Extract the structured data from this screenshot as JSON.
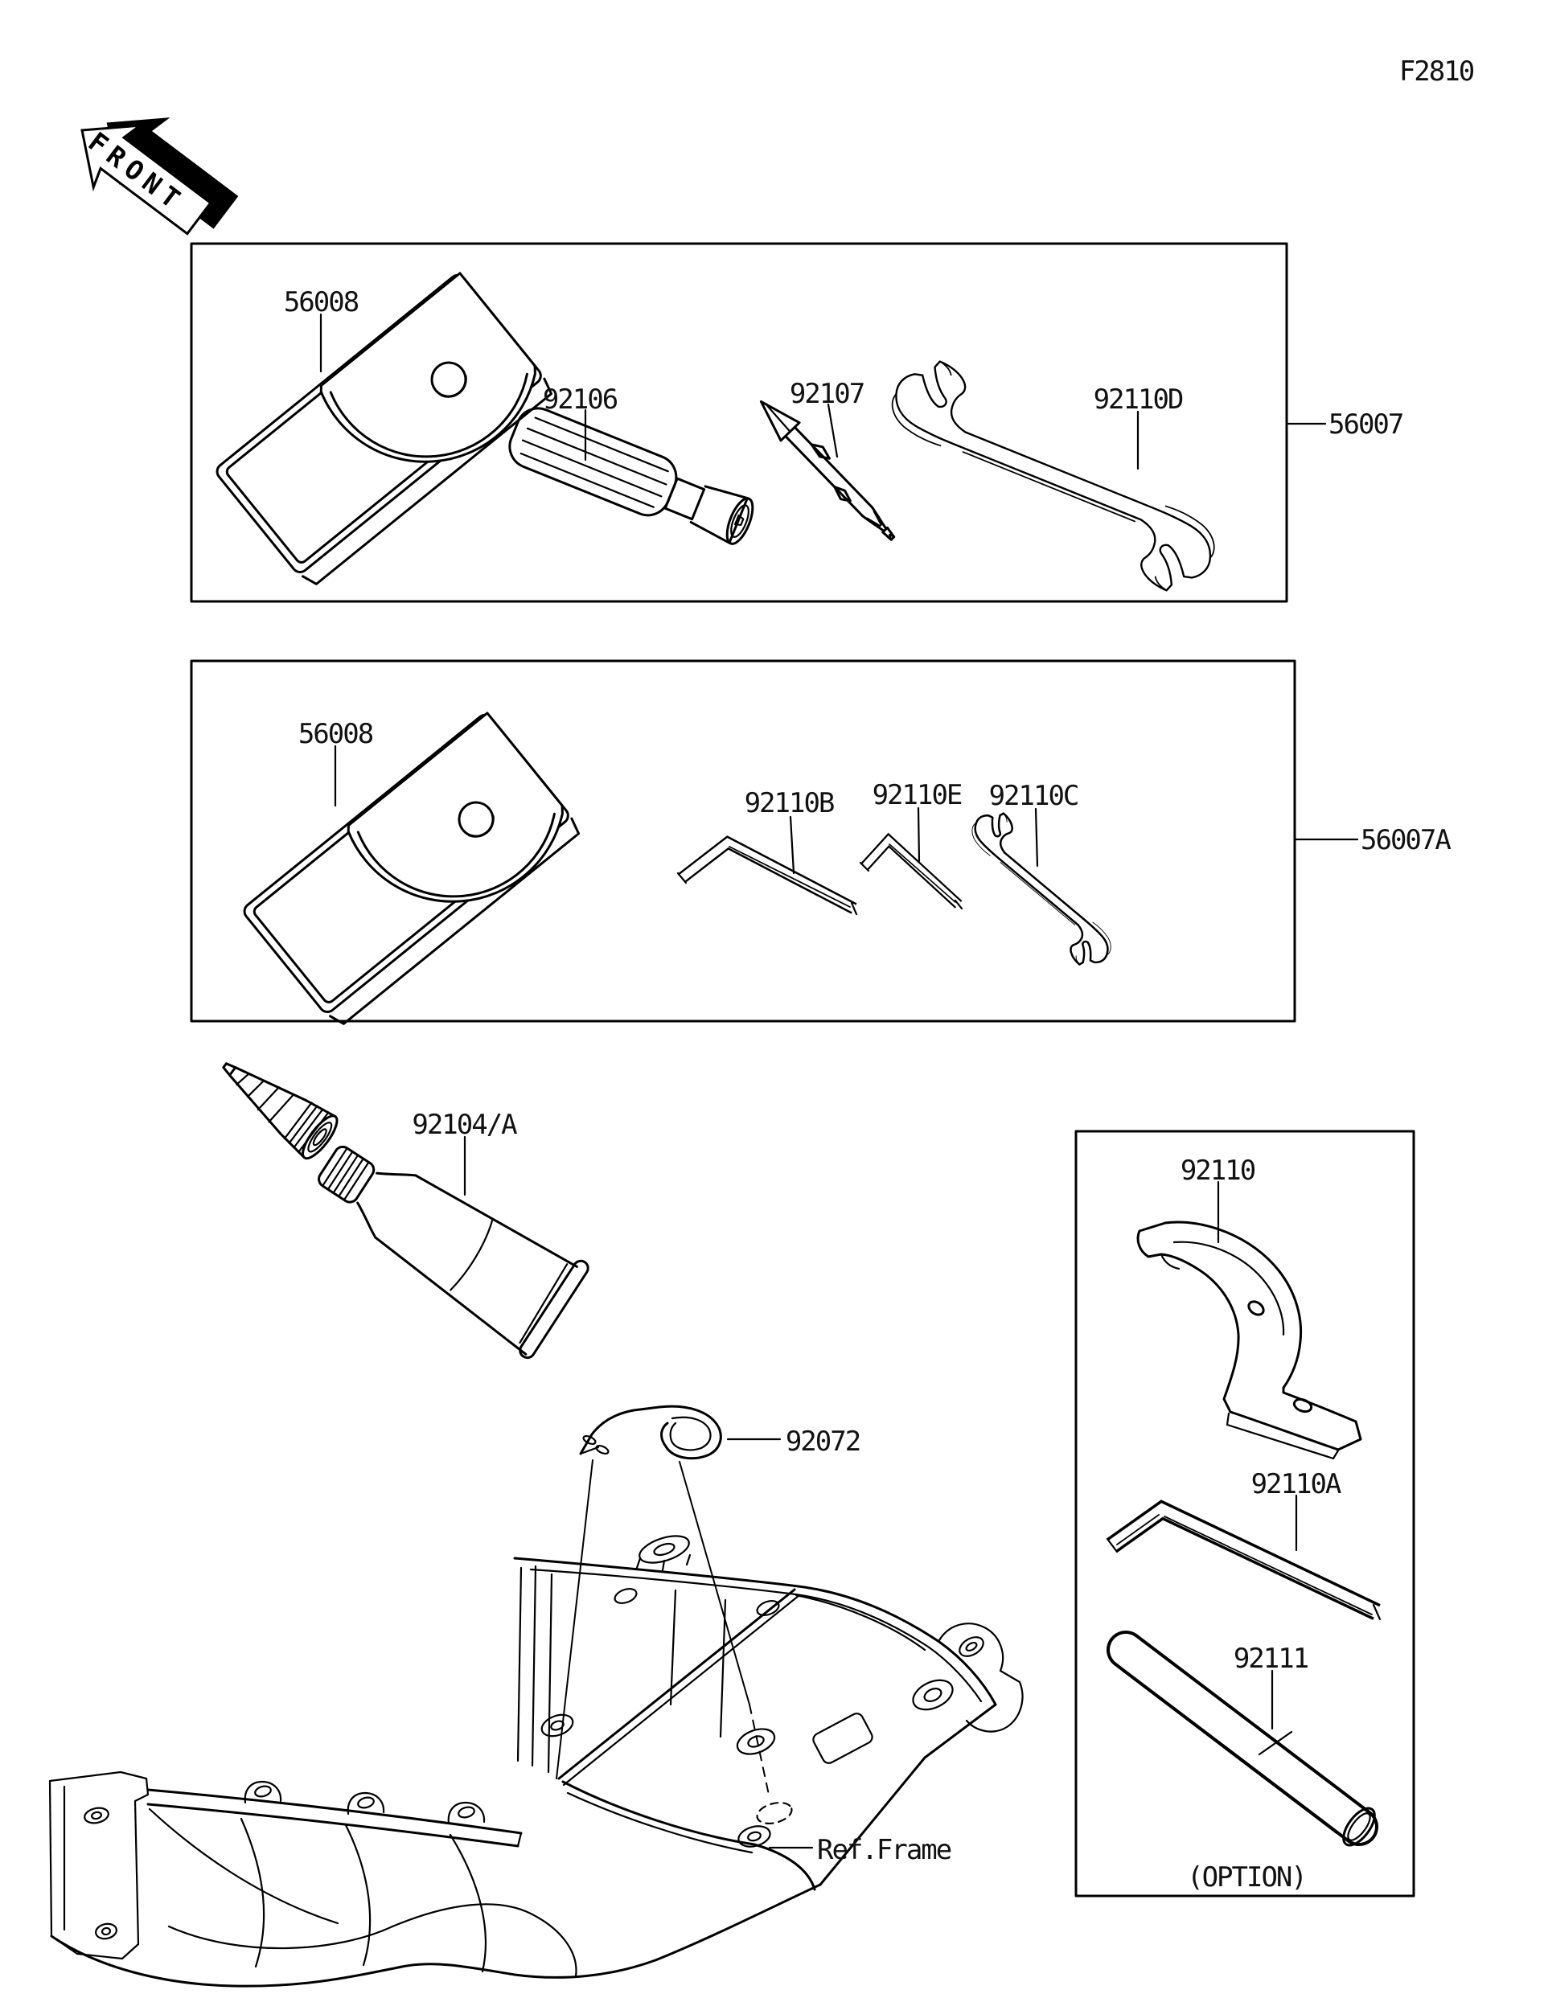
{
  "figure": {
    "code": "F2810",
    "front_marker": "FRONT"
  },
  "kit_boxes": [
    {
      "kit_label": "56007",
      "parts": {
        "pouch": "56008",
        "driver_grip": "92106",
        "driver_bit": "92107",
        "open_end_wrench": "92110D"
      }
    },
    {
      "kit_label": "56007A",
      "parts": {
        "pouch": "56008",
        "hex_wrench_small": "92110B",
        "hex_wrench_mid": "92110E",
        "open_end_wrench": "92110C"
      }
    }
  ],
  "loose_parts": {
    "sealant_tube": "92104/A",
    "clamp_band": "92072",
    "frame_reference": "Ref.Frame"
  },
  "option_box": {
    "hook_wrench": "92110",
    "hex_wrench_large": "92110A",
    "tool_grip_sleeve": "92111",
    "note": "(OPTION)"
  }
}
